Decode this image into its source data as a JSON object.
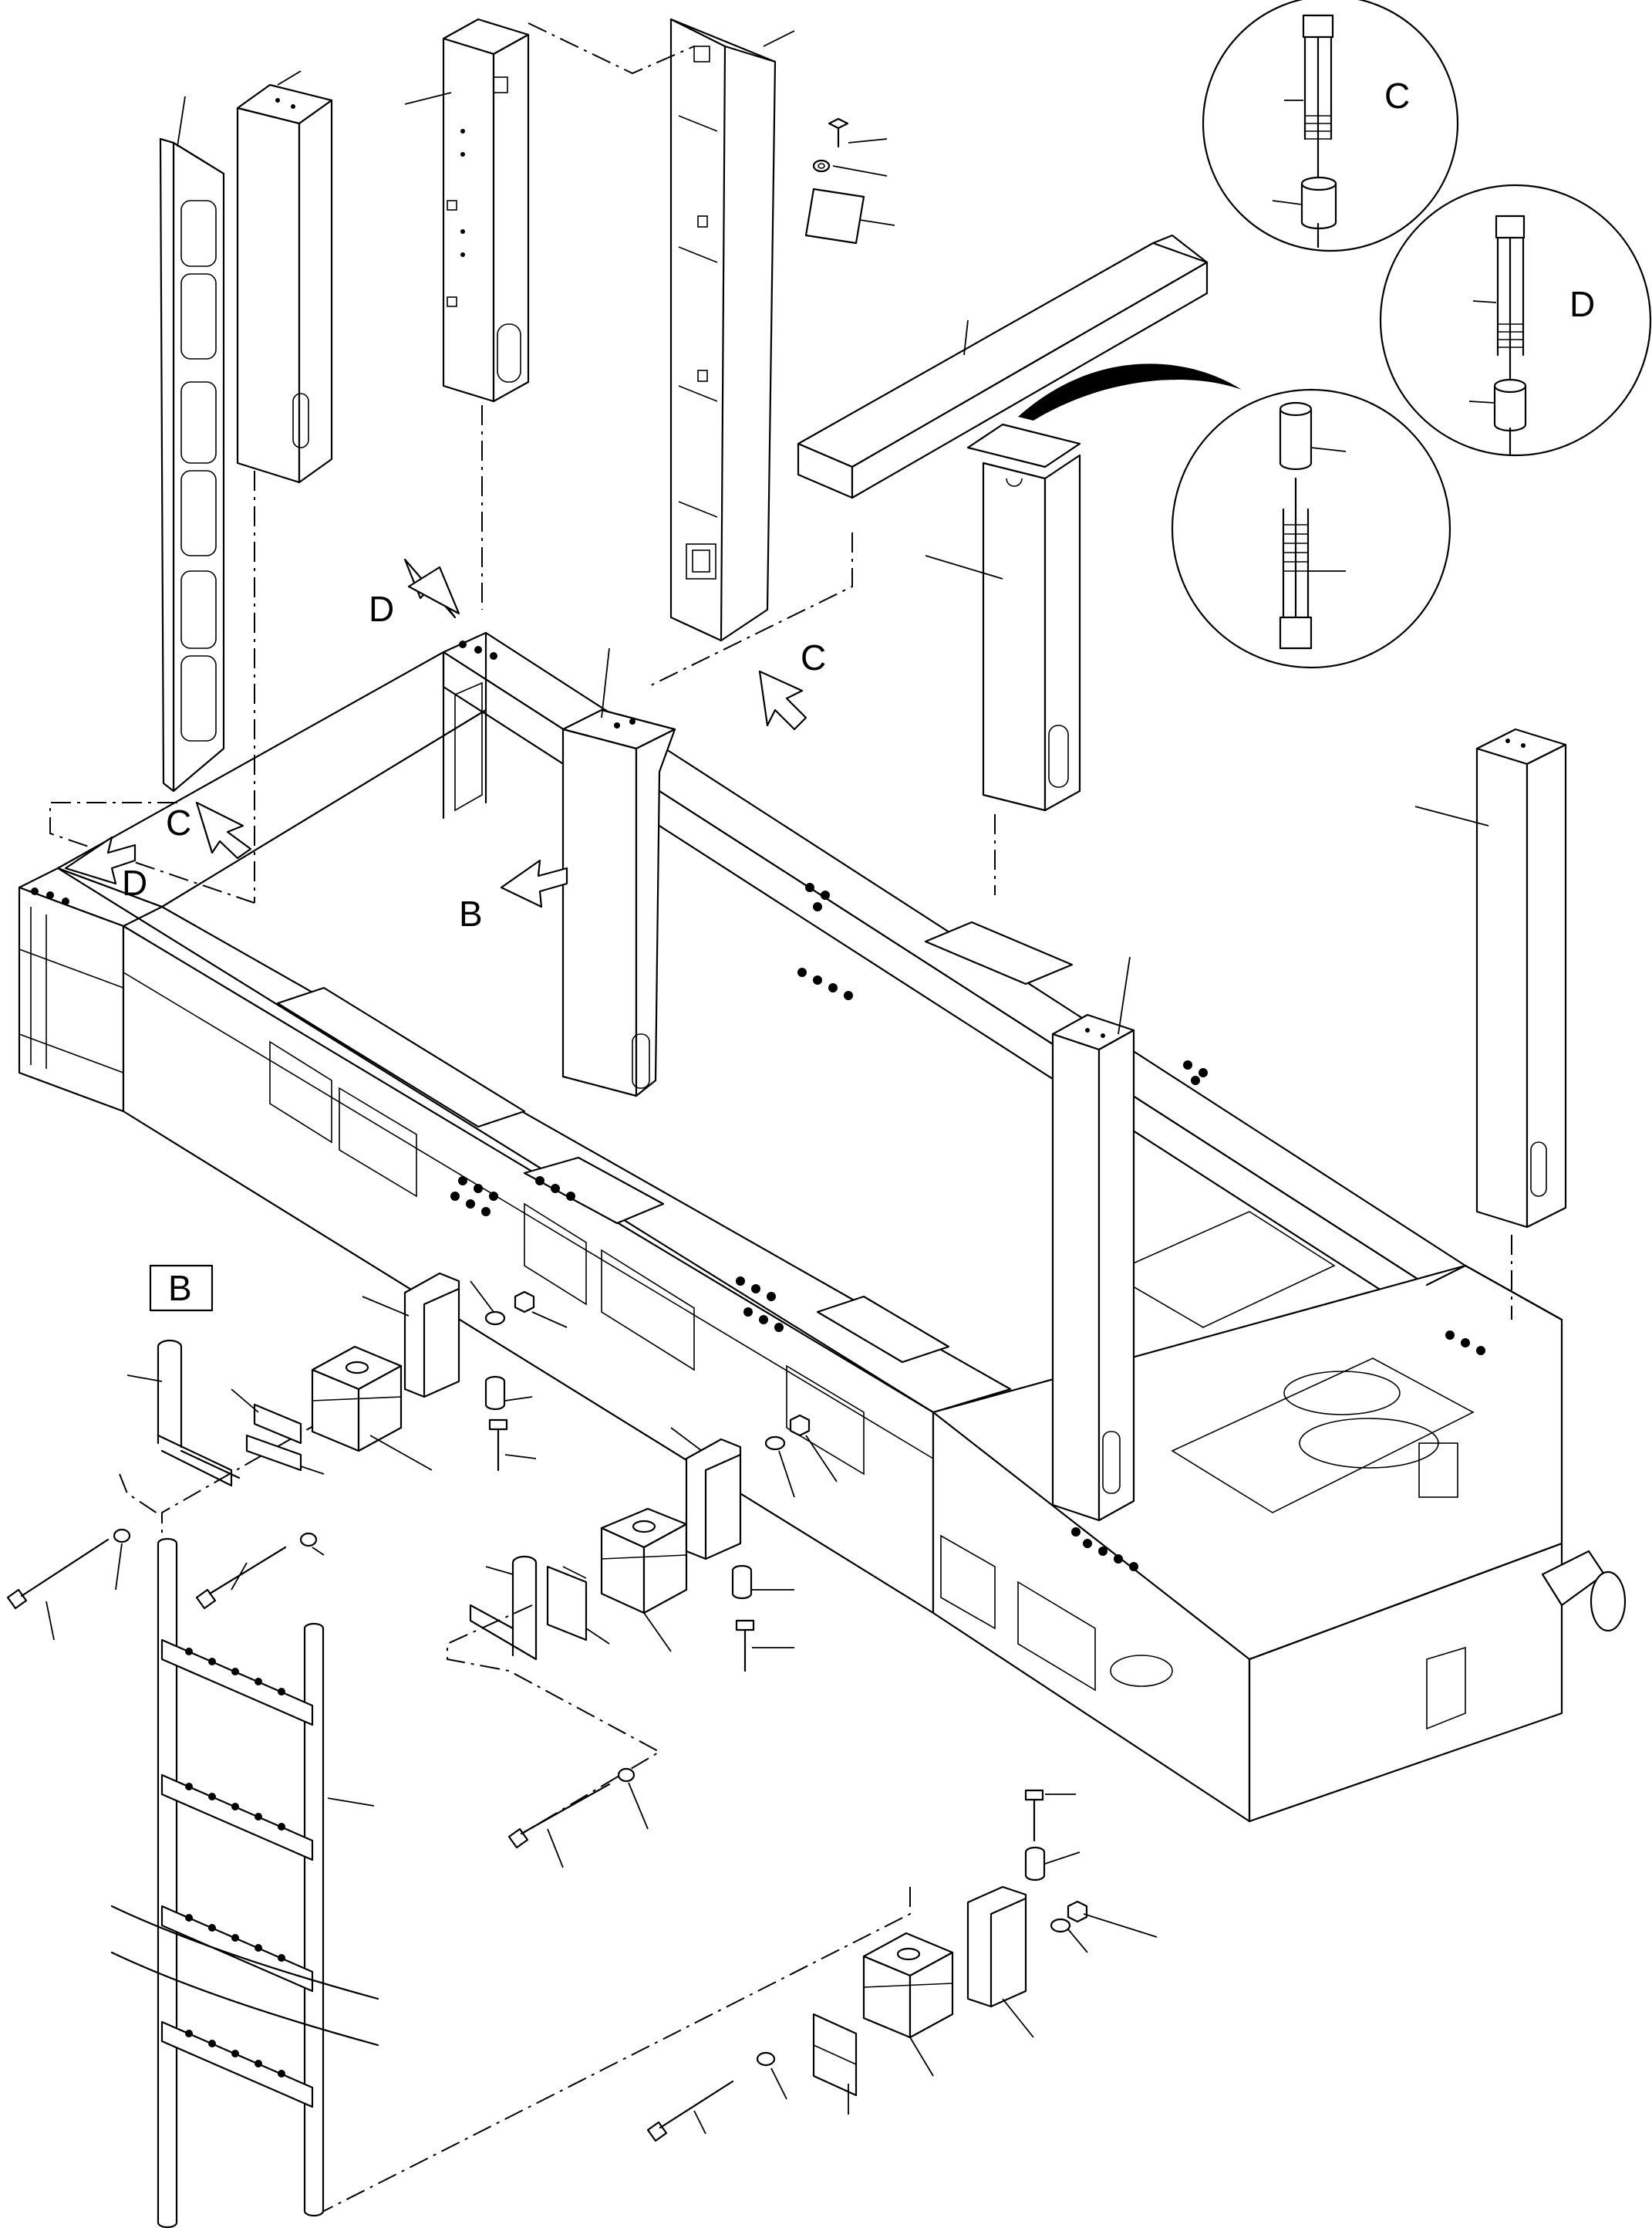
{
  "labels": {
    "detail_c": "C",
    "detail_d": "D",
    "view_b": "B",
    "arrow_d_top": "D",
    "arrow_c_mid": "C",
    "arrow_c_left": "C",
    "arrow_d_left": "D",
    "arrow_b": "B"
  }
}
